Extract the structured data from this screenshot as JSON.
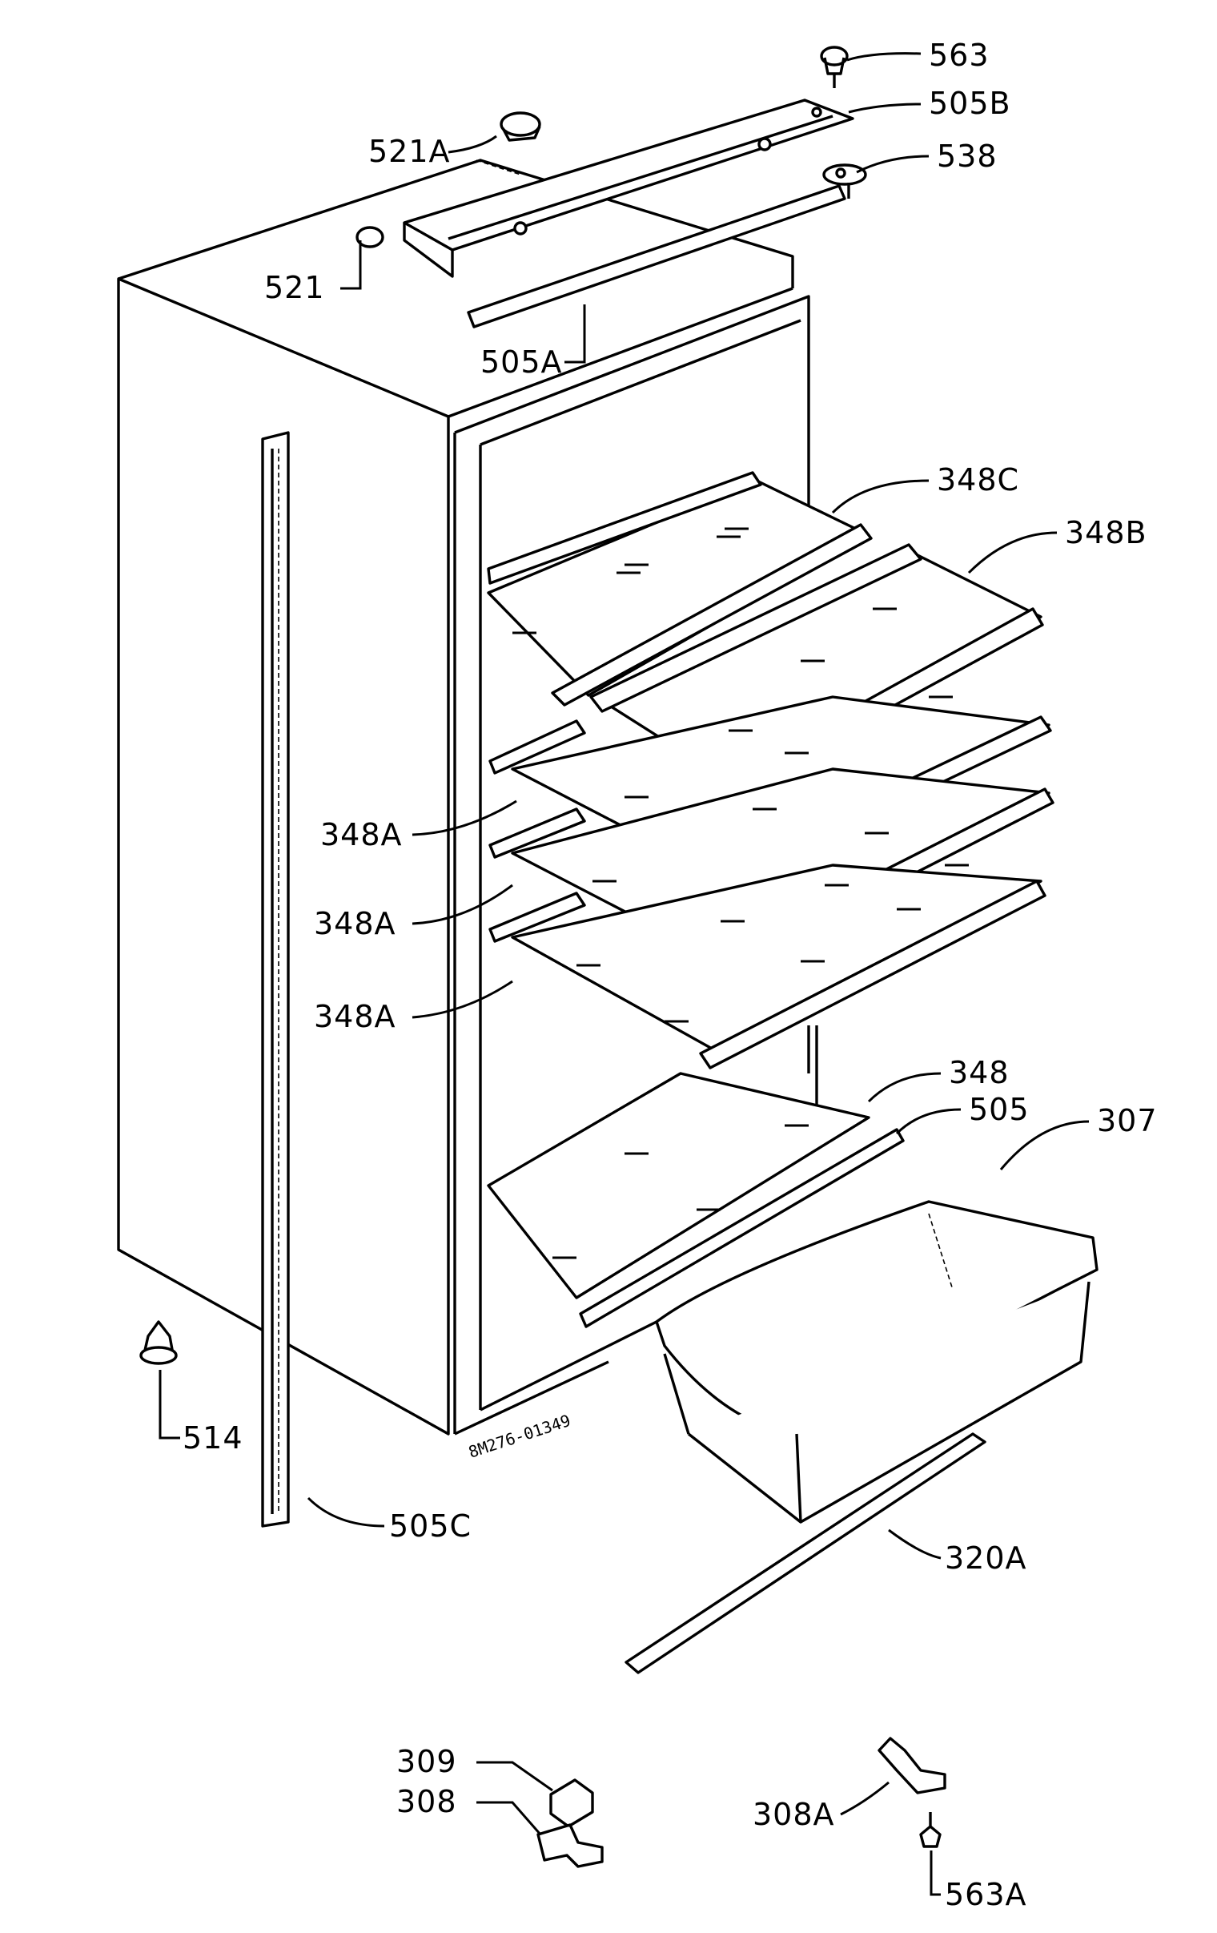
{
  "drawing": {
    "code": "8M276-01349",
    "labels": {
      "l563": "563",
      "l505B": "505B",
      "l521A": "521A",
      "l538": "538",
      "l521": "521",
      "l505A": "505A",
      "l348C": "348C",
      "l348B": "348B",
      "l348A_1": "348A",
      "l348A_2": "348A",
      "l348A_3": "348A",
      "l348": "348",
      "l505": "505",
      "l307": "307",
      "l514": "514",
      "l505C": "505C",
      "l320A": "320A",
      "l309": "309",
      "l308": "308",
      "l308A": "308A",
      "l563A": "563A"
    }
  }
}
